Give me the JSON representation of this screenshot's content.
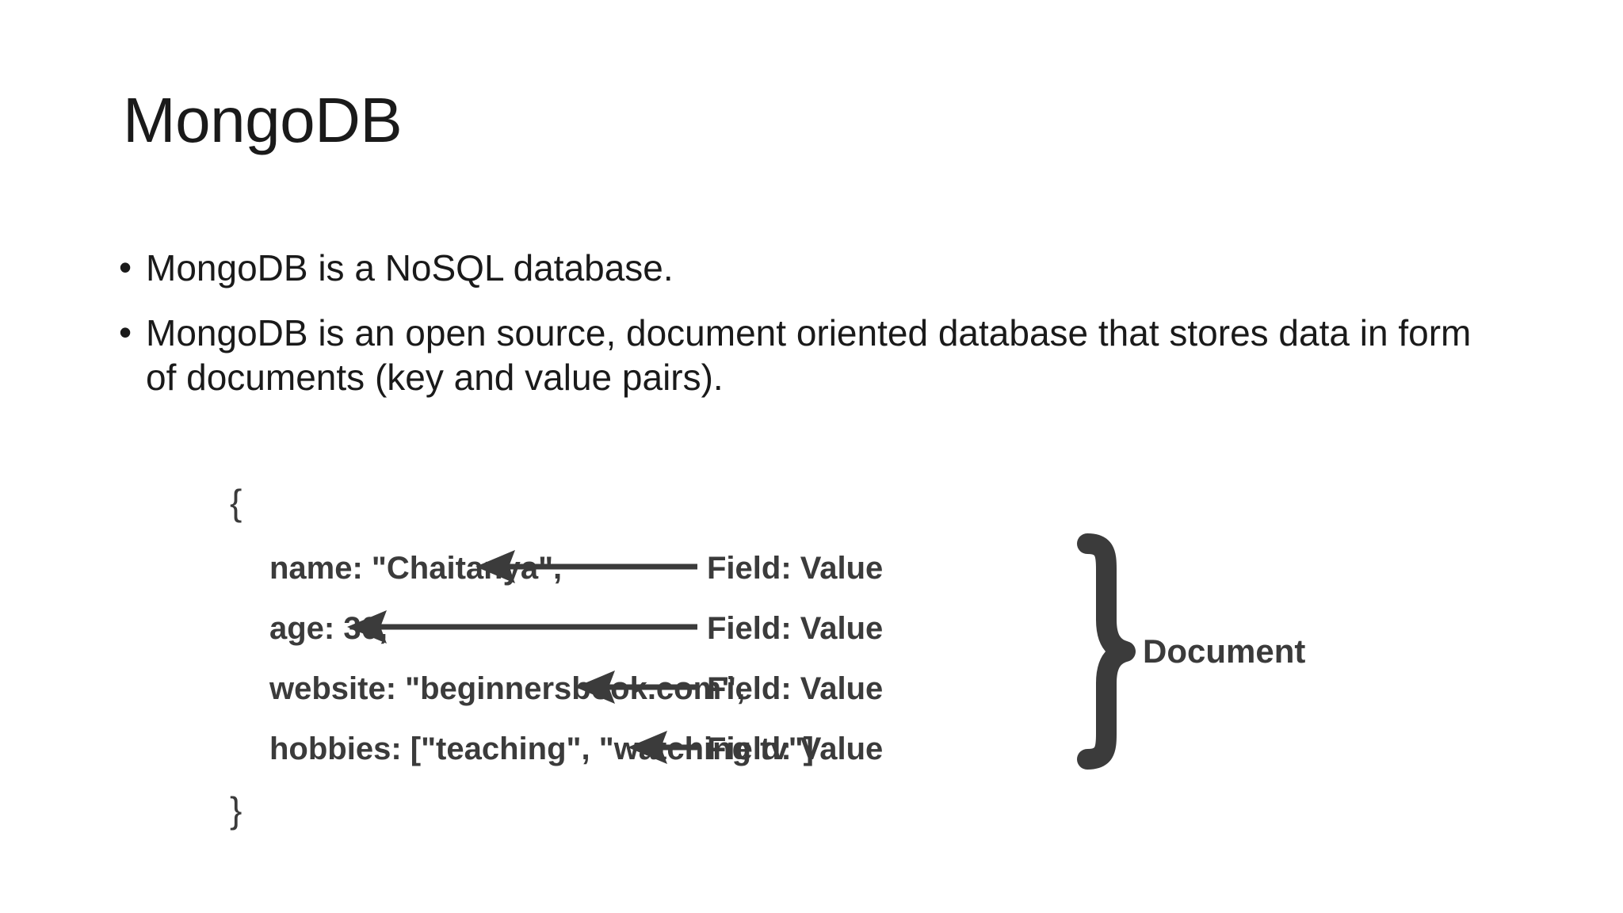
{
  "slide": {
    "title": "MongoDB",
    "bullets": [
      {
        "marker": "•",
        "text": "MongoDB is a NoSQL database."
      },
      {
        "marker": "•",
        "text": "MongoDB is an open source, document oriented database that stores data in form of documents (key and value pairs)."
      }
    ]
  },
  "diagram": {
    "open_brace": "{",
    "close_brace": "}",
    "document_label": "Document",
    "fields": [
      {
        "line": "name: \"Chaitanya\",",
        "annotation": "Field: Value"
      },
      {
        "line": "age: 30,",
        "annotation": "Field: Value"
      },
      {
        "line": "website: \"beginnersbook.com\",",
        "annotation": "Field: Value"
      },
      {
        "line": "hobbies: [\"teaching\", \"watching tv\"]",
        "annotation": "Field: Value"
      }
    ],
    "colors": {
      "background": "#ffffff",
      "text": "#1a1a1a",
      "diagram_ink": "#3b3b3b"
    }
  }
}
